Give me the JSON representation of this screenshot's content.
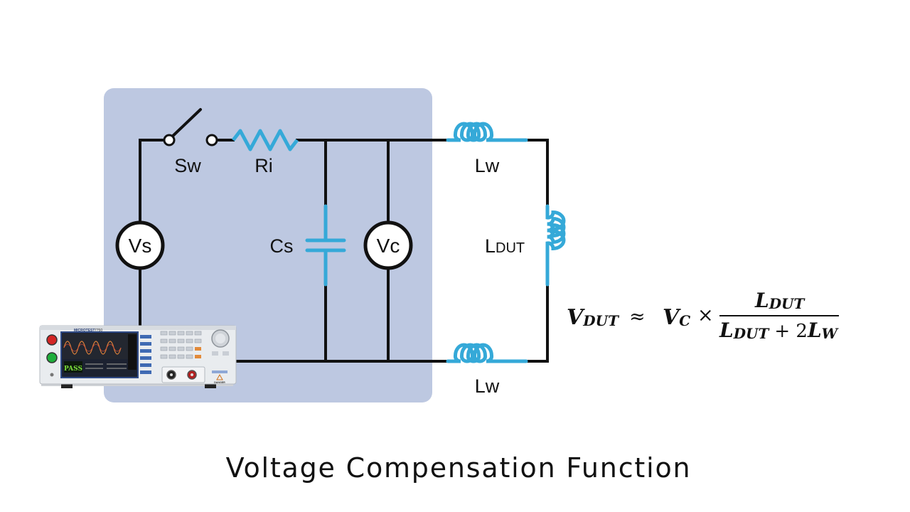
{
  "diagram": {
    "title": "Voltage Compensation Function",
    "colors": {
      "panel": "#bdc8e1",
      "wire": "#111111",
      "component": "#35a9d8"
    },
    "labels": {
      "switch": "Sw",
      "resistor": "Ri",
      "source_meter": "Vs",
      "capacitor": "Cs",
      "cap_meter": "Vc",
      "wire_inductor_top": "Lw",
      "wire_inductor_bottom": "Lw",
      "dut_inductor_main": "L",
      "dut_inductor_sub": "DUT"
    },
    "formula": {
      "lhs_main": "V",
      "lhs_sub": "DUT",
      "approx": "≈",
      "vc_main": "V",
      "vc_sub": "C",
      "times": "×",
      "num_main": "L",
      "num_sub": "DUT",
      "den_l_main": "L",
      "den_l_sub": "DUT",
      "den_plus": "+ 2",
      "den_w_main": "L",
      "den_w_sub": "W"
    },
    "instrument": {
      "brand": "MICROTEST",
      "model": "7750",
      "screen_status": "PASS",
      "warning": "DANGER"
    }
  }
}
